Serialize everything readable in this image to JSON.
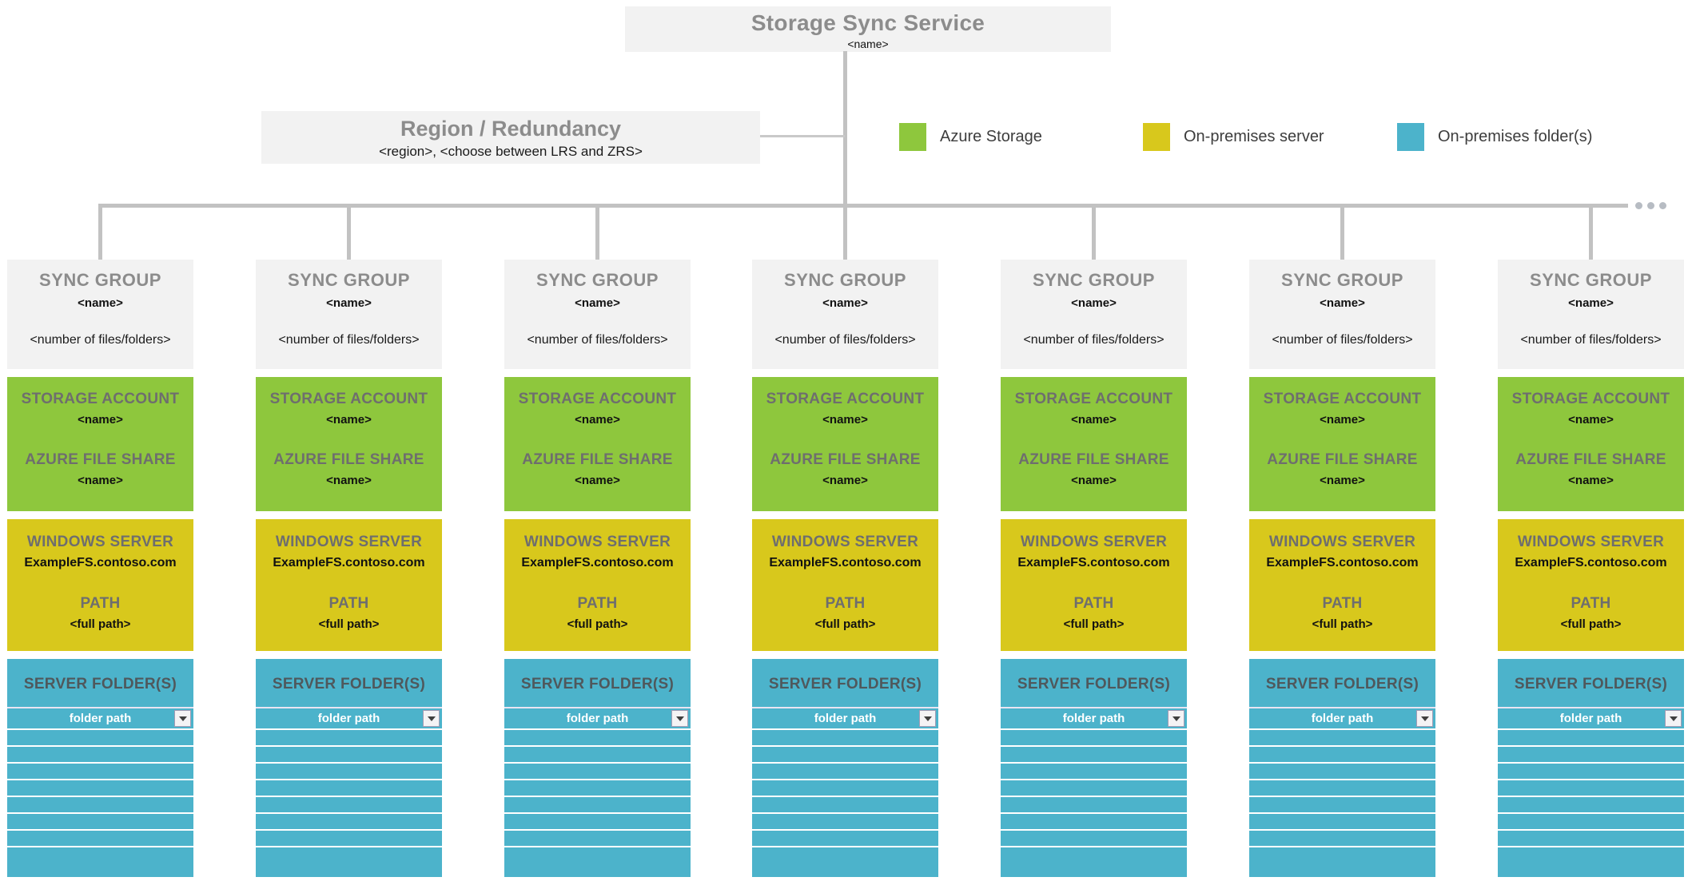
{
  "service_box": {
    "title": "Storage Sync Service",
    "name_placeholder": "<name>"
  },
  "region_box": {
    "title": "Region / Redundancy",
    "detail_placeholder": "<region>, <choose between LRS and ZRS>"
  },
  "legend": {
    "items": [
      {
        "label": "Azure Storage",
        "color": "#8ec73d"
      },
      {
        "label": "On-premises server",
        "color": "#d8c81c"
      },
      {
        "label": "On-premises folder(s)",
        "color": "#4cb3cb"
      }
    ]
  },
  "more_indicator": {
    "icon": "ellipsis-dots",
    "dot_count": 3
  },
  "colors": {
    "box_background": "#f2f2f2",
    "azure_storage_green": "#8ec73d",
    "on_premises_server_yellow": "#d8c81c",
    "on_premises_folder_teal": "#4cb3cb",
    "connector_gray": "#c2c2c2",
    "heading_gray": "#8c8c8c"
  },
  "columns": [
    {
      "header": "SYNC GROUP",
      "name_placeholder": "<name>",
      "count_placeholder": "<number of files/folders>",
      "storage_account": {
        "label": "STORAGE ACCOUNT",
        "name_placeholder": "<name>",
        "share_label": "AZURE FILE SHARE",
        "share_name_placeholder": "<name>"
      },
      "windows_server": {
        "label": "WINDOWS SERVER",
        "server_name": "ExampleFS.contoso.com",
        "path_label": "PATH",
        "path_placeholder": "<full path>"
      },
      "server_folders": {
        "label": "SERVER FOLDER(S)",
        "folder_cell": "folder path",
        "dropdown_icon": "chevron-down",
        "empty_row_count": 8
      }
    },
    {
      "header": "SYNC GROUP",
      "name_placeholder": "<name>",
      "count_placeholder": "<number of files/folders>",
      "storage_account": {
        "label": "STORAGE ACCOUNT",
        "name_placeholder": "<name>",
        "share_label": "AZURE FILE SHARE",
        "share_name_placeholder": "<name>"
      },
      "windows_server": {
        "label": "WINDOWS SERVER",
        "server_name": "ExampleFS.contoso.com",
        "path_label": "PATH",
        "path_placeholder": "<full path>"
      },
      "server_folders": {
        "label": "SERVER FOLDER(S)",
        "folder_cell": "folder path",
        "dropdown_icon": "chevron-down",
        "empty_row_count": 8
      }
    },
    {
      "header": "SYNC GROUP",
      "name_placeholder": "<name>",
      "count_placeholder": "<number of files/folders>",
      "storage_account": {
        "label": "STORAGE ACCOUNT",
        "name_placeholder": "<name>",
        "share_label": "AZURE FILE SHARE",
        "share_name_placeholder": "<name>"
      },
      "windows_server": {
        "label": "WINDOWS SERVER",
        "server_name": "ExampleFS.contoso.com",
        "path_label": "PATH",
        "path_placeholder": "<full path>"
      },
      "server_folders": {
        "label": "SERVER FOLDER(S)",
        "folder_cell": "folder path",
        "dropdown_icon": "chevron-down",
        "empty_row_count": 8
      }
    },
    {
      "header": "SYNC GROUP",
      "name_placeholder": "<name>",
      "count_placeholder": "<number of files/folders>",
      "storage_account": {
        "label": "STORAGE ACCOUNT",
        "name_placeholder": "<name>",
        "share_label": "AZURE FILE SHARE",
        "share_name_placeholder": "<name>"
      },
      "windows_server": {
        "label": "WINDOWS SERVER",
        "server_name": "ExampleFS.contoso.com",
        "path_label": "PATH",
        "path_placeholder": "<full path>"
      },
      "server_folders": {
        "label": "SERVER FOLDER(S)",
        "folder_cell": "folder path",
        "dropdown_icon": "chevron-down",
        "empty_row_count": 8
      }
    },
    {
      "header": "SYNC GROUP",
      "name_placeholder": "<name>",
      "count_placeholder": "<number of files/folders>",
      "storage_account": {
        "label": "STORAGE ACCOUNT",
        "name_placeholder": "<name>",
        "share_label": "AZURE FILE SHARE",
        "share_name_placeholder": "<name>"
      },
      "windows_server": {
        "label": "WINDOWS SERVER",
        "server_name": "ExampleFS.contoso.com",
        "path_label": "PATH",
        "path_placeholder": "<full path>"
      },
      "server_folders": {
        "label": "SERVER FOLDER(S)",
        "folder_cell": "folder path",
        "dropdown_icon": "chevron-down",
        "empty_row_count": 8
      }
    },
    {
      "header": "SYNC GROUP",
      "name_placeholder": "<name>",
      "count_placeholder": "<number of files/folders>",
      "storage_account": {
        "label": "STORAGE ACCOUNT",
        "name_placeholder": "<name>",
        "share_label": "AZURE FILE SHARE",
        "share_name_placeholder": "<name>"
      },
      "windows_server": {
        "label": "WINDOWS SERVER",
        "server_name": "ExampleFS.contoso.com",
        "path_label": "PATH",
        "path_placeholder": "<full path>"
      },
      "server_folders": {
        "label": "SERVER FOLDER(S)",
        "folder_cell": "folder path",
        "dropdown_icon": "chevron-down",
        "empty_row_count": 8
      }
    },
    {
      "header": "SYNC GROUP",
      "name_placeholder": "<name>",
      "count_placeholder": "<number of files/folders>",
      "storage_account": {
        "label": "STORAGE ACCOUNT",
        "name_placeholder": "<name>",
        "share_label": "AZURE FILE SHARE",
        "share_name_placeholder": "<name>"
      },
      "windows_server": {
        "label": "WINDOWS SERVER",
        "server_name": "ExampleFS.contoso.com",
        "path_label": "PATH",
        "path_placeholder": "<full path>"
      },
      "server_folders": {
        "label": "SERVER FOLDER(S)",
        "folder_cell": "folder path",
        "dropdown_icon": "chevron-down",
        "empty_row_count": 8
      }
    }
  ]
}
